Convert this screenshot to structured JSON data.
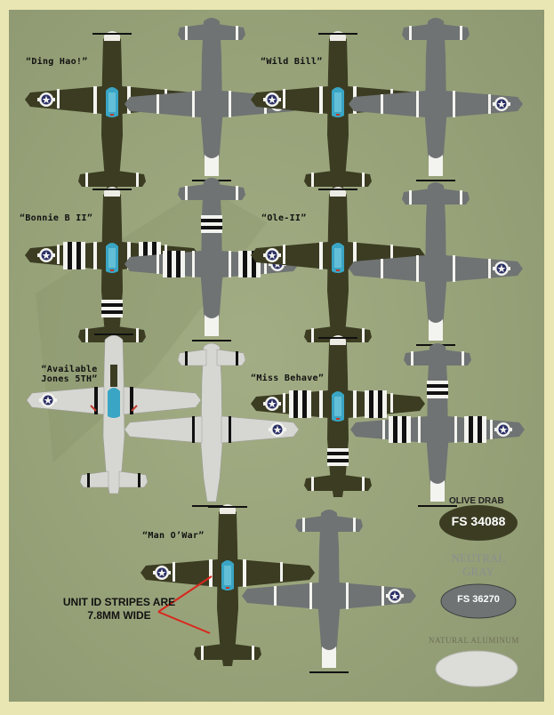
{
  "aircraft": [
    {
      "name": "“Ding Hao!”"
    },
    {
      "name": "“Wild Bill”"
    },
    {
      "name": "“Bonnie B II”"
    },
    {
      "name": "“Ole-II”"
    },
    {
      "name": "“Available Jones 5TH”"
    },
    {
      "name": "“Miss Behave”"
    },
    {
      "name": "“Man O’War”"
    }
  ],
  "note": "UNIT ID STRIPES ARE 7.8MM WIDE",
  "colors": {
    "olive_drab": {
      "label": "OLIVE DRAB",
      "code": "FS 34088",
      "hex": "#3b3c22"
    },
    "neutral_gray": {
      "label": "NEUTRAL GRAY",
      "code": "FS 36270",
      "hex": "#6f7373"
    },
    "natural_metal": {
      "label": "NATURAL ALUMINUM",
      "hex": "#dcdcd8"
    },
    "background": "#98a47c",
    "border": "#e9e6b4"
  }
}
